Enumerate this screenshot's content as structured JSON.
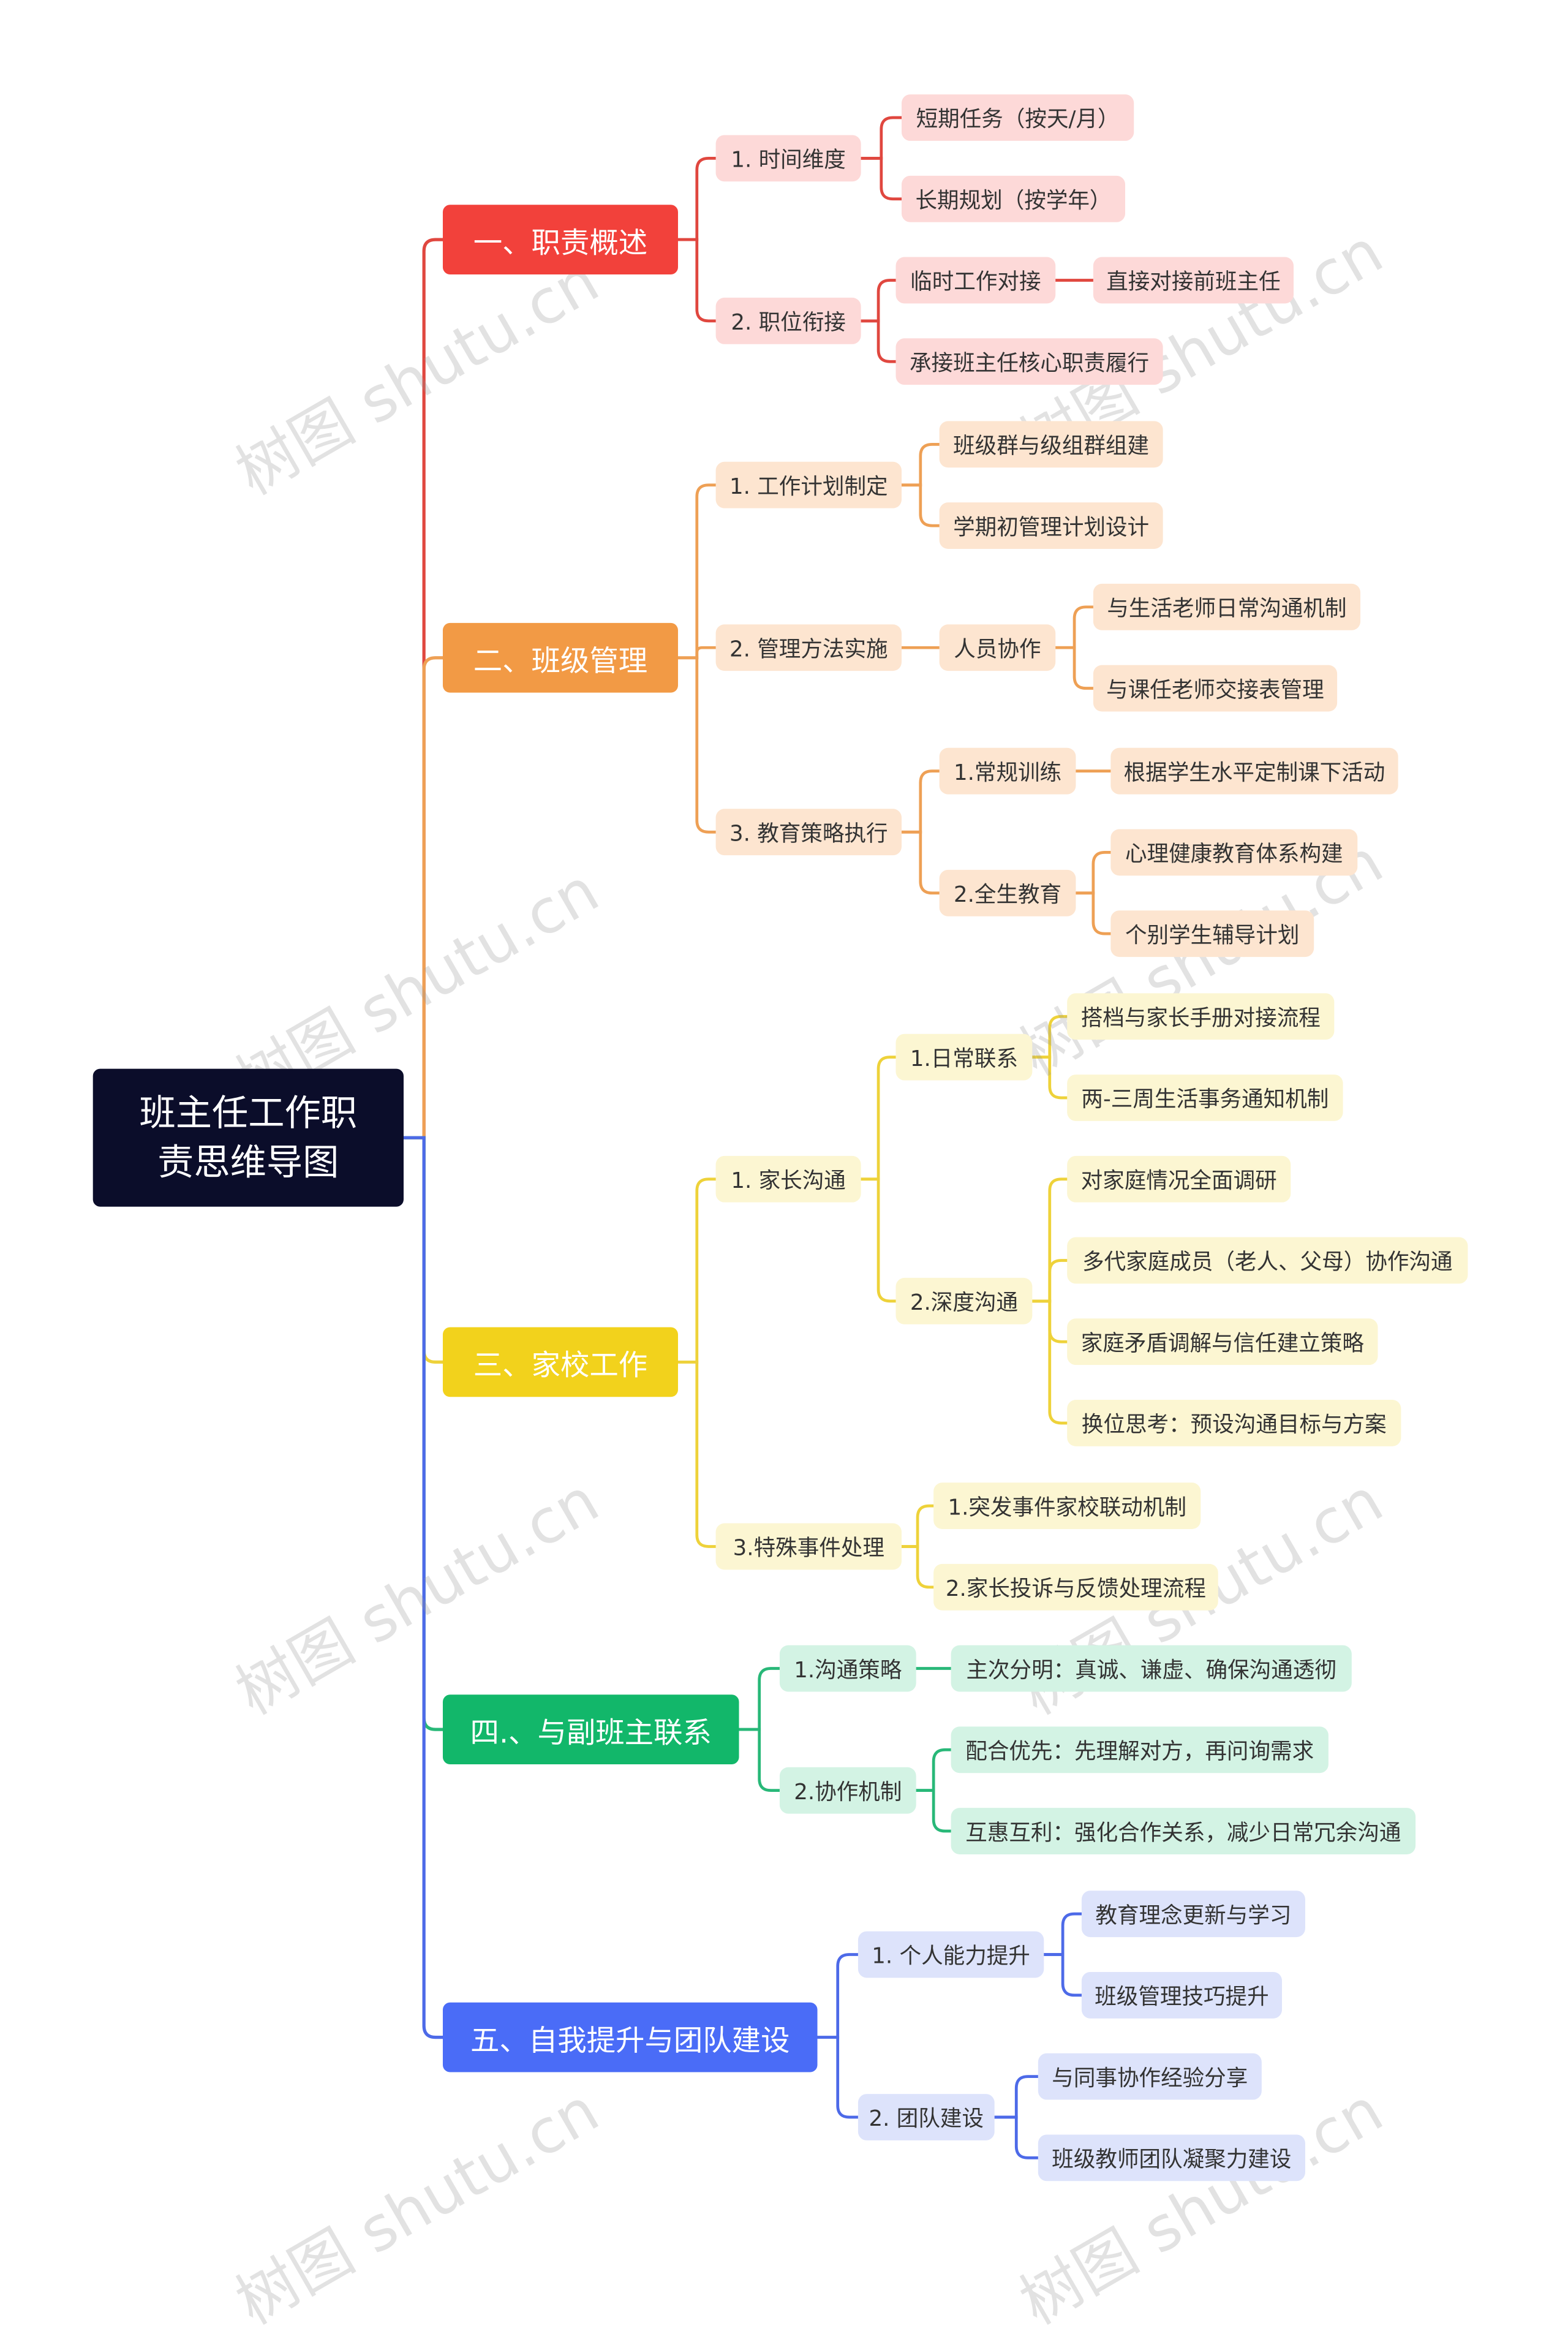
{
  "root": {
    "text": "班主任工作职\n责思维导图"
  },
  "colors": {
    "red": {
      "main": "#f2413b",
      "light": "#fdd9d8",
      "line": "#e0473f"
    },
    "orange": {
      "main": "#f29a45",
      "light": "#fde5d0",
      "line": "#eea055"
    },
    "yellow": {
      "main": "#f2d21c",
      "light": "#fcf6d2",
      "line": "#eed23a"
    },
    "green": {
      "main": "#12b76a",
      "light": "#d3f3e4",
      "line": "#28b878"
    },
    "blue": {
      "main": "#4a6cf7",
      "light": "#dde3fb",
      "line": "#4d6ae8"
    },
    "root": "#0b0d2a"
  },
  "branches": [
    {
      "label": "一、职责概述",
      "color": "red",
      "children": [
        {
          "label": "1. 时间维度",
          "children": [
            {
              "label": "短期任务（按天/月）"
            },
            {
              "label": "长期规划（按学年）"
            }
          ]
        },
        {
          "label": "2. 职位衔接",
          "children": [
            {
              "label": "临时工作对接",
              "children": [
                {
                  "label": "直接对接前班主任"
                }
              ]
            },
            {
              "label": "承接班主任核心职责履行"
            }
          ]
        }
      ]
    },
    {
      "label": "二、班级管理",
      "color": "orange",
      "children": [
        {
          "label": "1. 工作计划制定",
          "children": [
            {
              "label": "班级群与级组群组建"
            },
            {
              "label": "学期初管理计划设计"
            }
          ]
        },
        {
          "label": "2. 管理方法实施",
          "children": [
            {
              "label": "人员协作",
              "children": [
                {
                  "label": "与生活老师日常沟通机制"
                },
                {
                  "label": "与课任老师交接表管理"
                }
              ]
            }
          ]
        },
        {
          "label": "3. 教育策略执行",
          "children": [
            {
              "label": "1.常规训练",
              "children": [
                {
                  "label": "根据学生水平定制课下活动"
                }
              ]
            },
            {
              "label": "2.全生教育",
              "children": [
                {
                  "label": "心理健康教育体系构建"
                },
                {
                  "label": "个别学生辅导计划"
                }
              ]
            }
          ]
        }
      ]
    },
    {
      "label": "三、家校工作",
      "color": "yellow",
      "children": [
        {
          "label": "1. 家长沟通",
          "children": [
            {
              "label": "1.日常联系",
              "children": [
                {
                  "label": "搭档与家长手册对接流程"
                },
                {
                  "label": "两-三周生活事务通知机制"
                }
              ]
            },
            {
              "label": "2.深度沟通",
              "children": [
                {
                  "label": "对家庭情况全面调研"
                },
                {
                  "label": "多代家庭成员（老人、父母）协作沟通"
                },
                {
                  "label": "家庭矛盾调解与信任建立策略"
                },
                {
                  "label": "换位思考：预设沟通目标与方案"
                }
              ]
            }
          ]
        },
        {
          "label": "3.特殊事件处理",
          "children": [
            {
              "label": "1.突发事件家校联动机制"
            },
            {
              "label": "2.家长投诉与反馈处理流程"
            }
          ]
        }
      ]
    },
    {
      "label": "四.、与副班主联系",
      "color": "green",
      "children": [
        {
          "label": "1.沟通策略",
          "children": [
            {
              "label": "主次分明：真诚、谦虚、确保沟通透彻"
            }
          ]
        },
        {
          "label": "2.协作机制",
          "children": [
            {
              "label": "配合优先：先理解对方，再问询需求"
            },
            {
              "label": "互惠互利：强化合作关系，减少日常冗余沟通"
            }
          ]
        }
      ]
    },
    {
      "label": "五、自我提升与团队建设",
      "color": "blue",
      "children": [
        {
          "label": "1. 个人能力提升",
          "children": [
            {
              "label": "教育理念更新与学习"
            },
            {
              "label": "班级管理技巧提升"
            }
          ]
        },
        {
          "label": "2. 团队建设",
          "children": [
            {
              "label": "与同事协作经验分享"
            },
            {
              "label": "班级教师团队凝聚力建设"
            }
          ]
        }
      ]
    }
  ],
  "watermark": "树图 shutu.cn"
}
